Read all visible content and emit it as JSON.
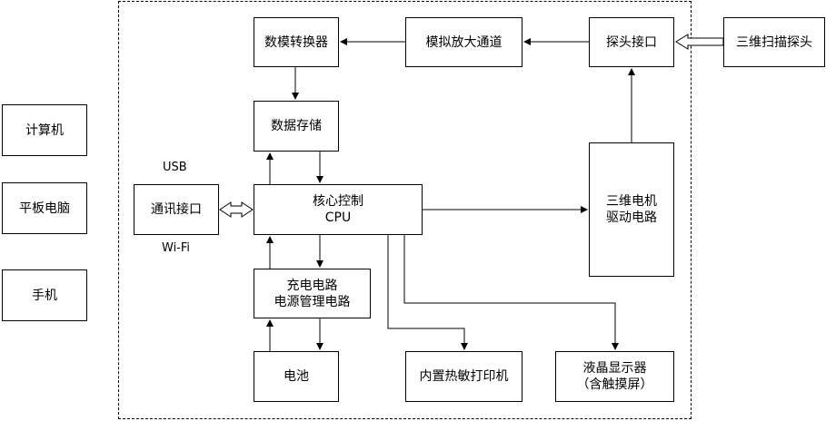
{
  "devices": {
    "computer": "计算机",
    "tablet": "平板电脑",
    "phone": "手机"
  },
  "labels": {
    "usb": "USB",
    "wifi": "Wi-Fi"
  },
  "blocks": {
    "dac": "数模转换器",
    "analog_amp": "模拟放大通道",
    "probe_interface": "探头接口",
    "scan_probe": "三维扫描探头",
    "data_storage": "数据存储",
    "comm_interface": "通讯接口",
    "core_control": {
      "line1": "核心控制",
      "line2": "CPU"
    },
    "motor_driver": {
      "line1": "三维电机",
      "line2": "驱动电路"
    },
    "power": {
      "line1": "充电电路",
      "line2": "电源管理电路"
    },
    "battery": "电池",
    "printer": "内置热敏打印机",
    "lcd": {
      "line1": "液晶显示器",
      "line2": "（含触摸屏）"
    }
  }
}
